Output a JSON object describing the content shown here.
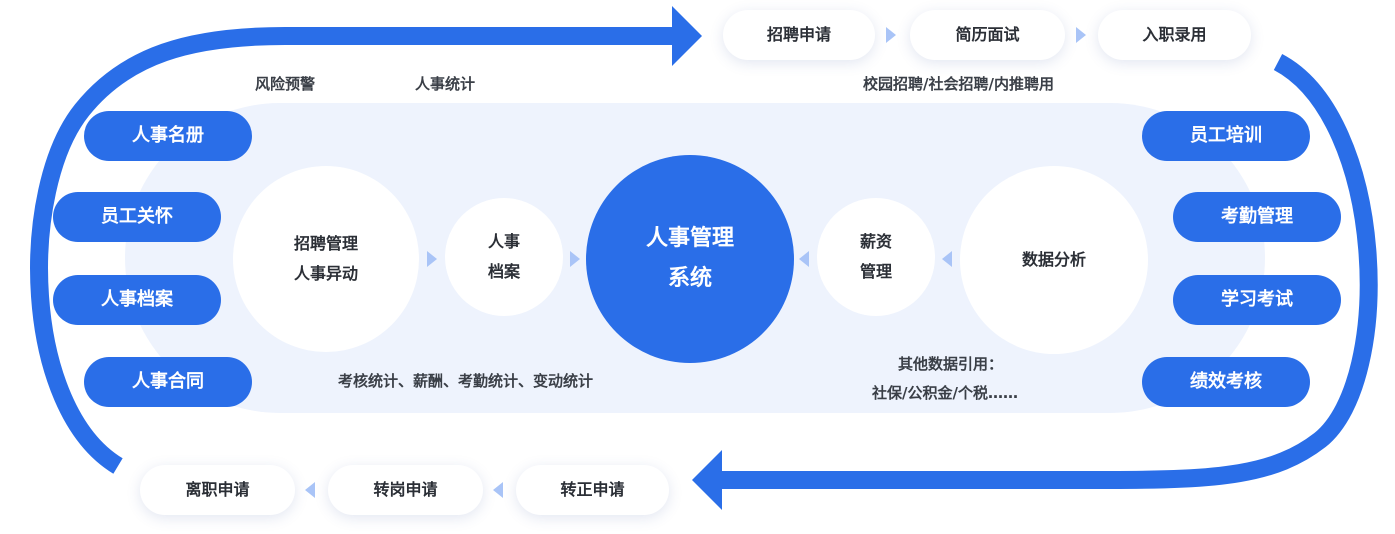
{
  "top_flow": [
    "招聘申请",
    "简历面试",
    "入职录用"
  ],
  "bottom_flow": [
    "离职申请",
    "转岗申请",
    "转正申请"
  ],
  "left_pills": [
    "人事名册",
    "员工关怀",
    "人事档案",
    "人事合同"
  ],
  "right_pills": [
    "员工培训",
    "考勤管理",
    "学习考试",
    "绩效考核"
  ],
  "labels": {
    "risk": "风险预警",
    "stats": "人事统计",
    "recruit_channels": "校园招聘/社会招聘/内推聘用",
    "bottom_stats": "考核统计、薪酬、考勤统计、变动统计",
    "other_refs_line1": "其他数据引用：",
    "other_refs_line2": "社保/公积金/个税……"
  },
  "circles": {
    "recruit_line1": "招聘管理",
    "recruit_line2": "人事异动",
    "archive_line1": "人事",
    "archive_line2": "档案",
    "center_line1": "人事管理",
    "center_line2": "系统",
    "salary_line1": "薪资",
    "salary_line2": "管理",
    "analysis": "数据分析"
  },
  "colors": {
    "accent": "#2a6ee8",
    "panel": "#eef3fd",
    "arrow_light": "#a9c4f7"
  }
}
